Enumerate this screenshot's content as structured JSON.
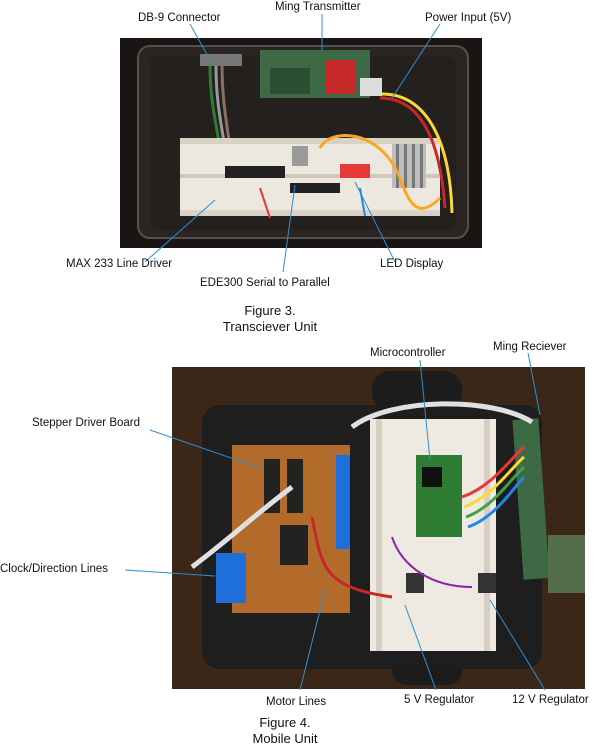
{
  "figure3": {
    "labels": {
      "db9": "DB-9 Connector",
      "ming_tx": "Ming Transmitter",
      "power": "Power Input (5V)",
      "max233": "MAX 233 Line Driver",
      "ede300": "EDE300 Serial to Parallel",
      "led": "LED Display"
    },
    "caption_number": "Figure 3.",
    "caption_title": "Transciever Unit"
  },
  "figure4": {
    "labels": {
      "micro": "Microcontroller",
      "ming_rx": "Ming Reciever",
      "stepper": "Stepper Driver Board",
      "clock": "Clock/Direction Lines",
      "motor": "Motor Lines",
      "reg5": "5 V Regulator",
      "reg12": "12 V Regulator"
    },
    "caption_number": "Figure 4.",
    "caption_title": "Mobile Unit"
  }
}
